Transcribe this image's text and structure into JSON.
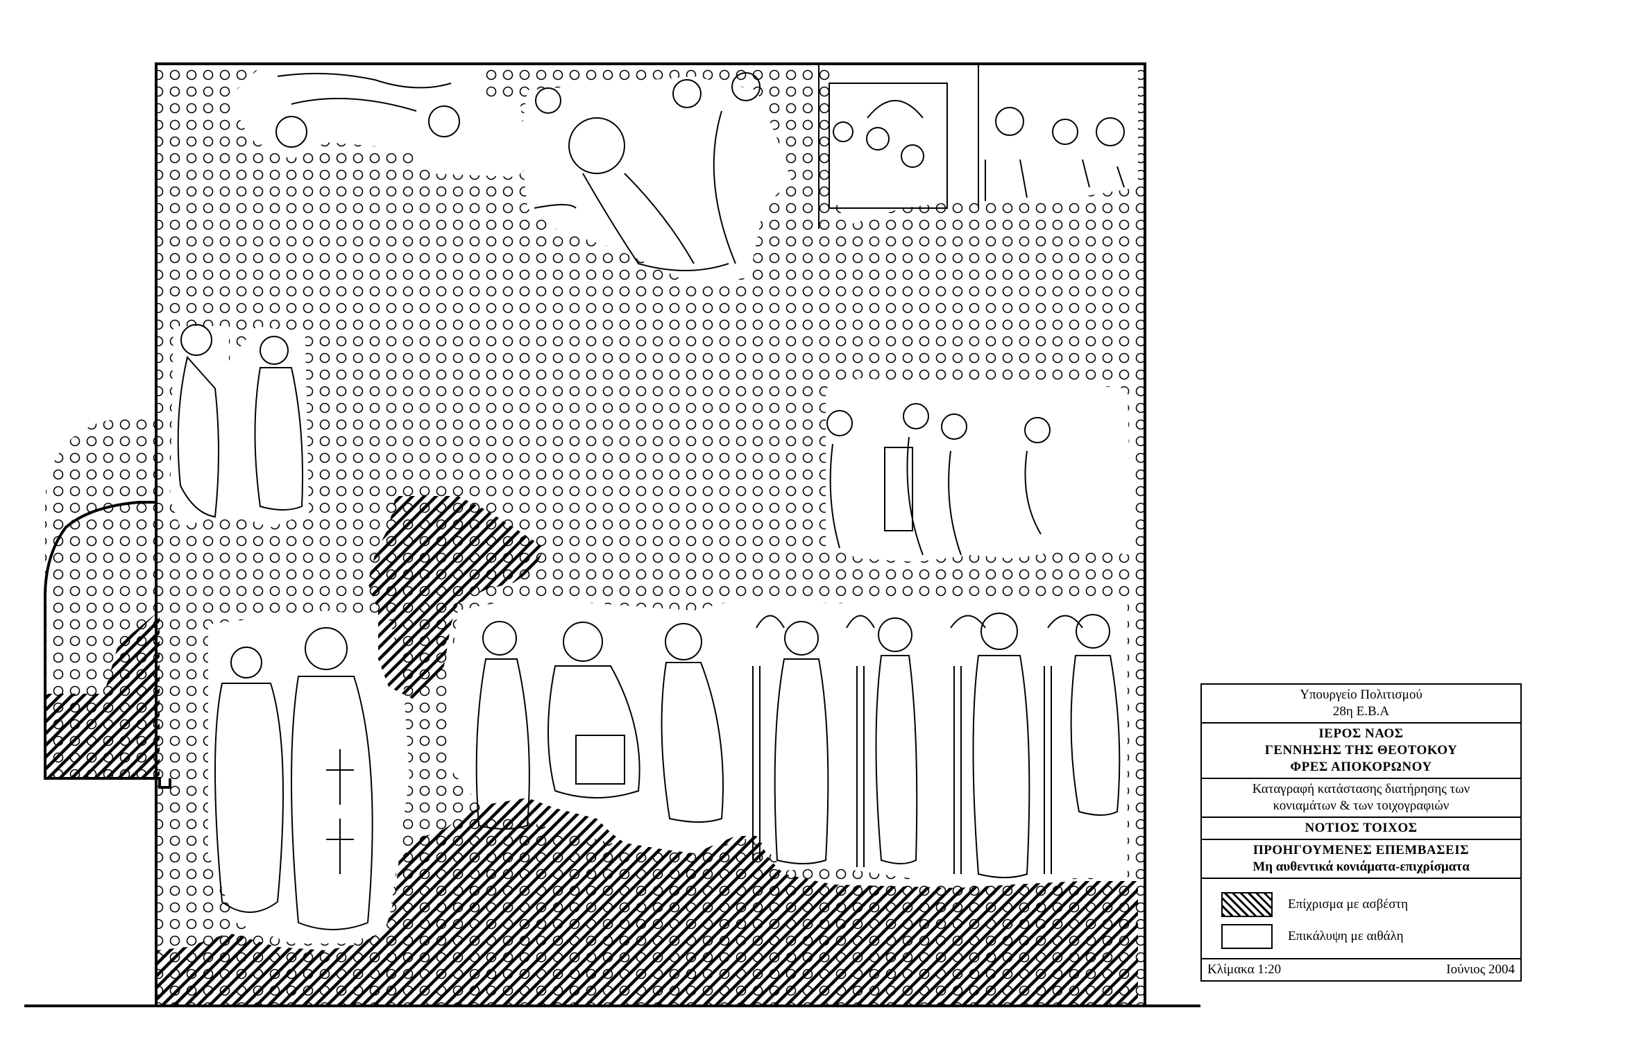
{
  "drawing": {
    "subject": "south-wall-frescoes-survey",
    "patterns": {
      "circles": "plaster-losses-circle-pattern",
      "hatch": "lime-plaster-render"
    },
    "colors": {
      "ink": "#000000",
      "paper": "#ffffff"
    }
  },
  "titleblock": {
    "ministry": "Υπουργείο Πολιτισμού",
    "ephorate": "28η Ε.Β.Α",
    "church_line1": "ΙΕΡΟΣ ΝΑΟΣ",
    "church_line2": "ΓΕΝΝΗΣΗΣ ΤΗΣ ΘΕΟΤΟΚΟΥ",
    "church_line3": "ΦΡΕΣ ΑΠΟΚΟΡΩΝΟΥ",
    "description_line1": "Καταγραφή κατάστασης διατήρησης των",
    "description_line2": "κονιαμάτων & των τοιχογραφιών",
    "wall": "ΝΟΤΙΟΣ ΤΟΙΧΟΣ",
    "sheet_title": "ΠΡΟΗΓΟΥΜΕΝΕΣ ΕΠΕΜΒΑΣΕΙΣ",
    "sheet_subtitle": "Μη αυθεντικά κονιάματα-επιχρίσματα",
    "legend": [
      {
        "label": "Επίχρισμα με ασβέστη",
        "pattern": "hatch"
      },
      {
        "label": "Επικάλυψη με αιθάλη",
        "pattern": "blank"
      }
    ],
    "scale": "Κλίμακα 1:20",
    "date": "Ιούνιος 2004"
  }
}
